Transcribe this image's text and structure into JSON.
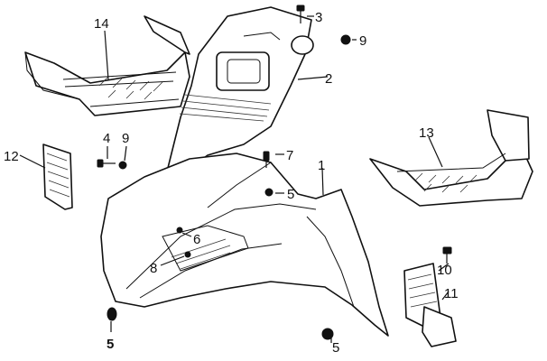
{
  "callouts": {
    "c1": "1",
    "c2": "2",
    "c3": "3",
    "c4": "4",
    "c5a": "5",
    "c5b": "5",
    "c5c": "5",
    "c6": "6",
    "c7": "7",
    "c8": "8",
    "c9a": "9",
    "c9b": "9",
    "c10": "10",
    "c11": "11",
    "c12": "12",
    "c13": "13",
    "c14": "14"
  }
}
